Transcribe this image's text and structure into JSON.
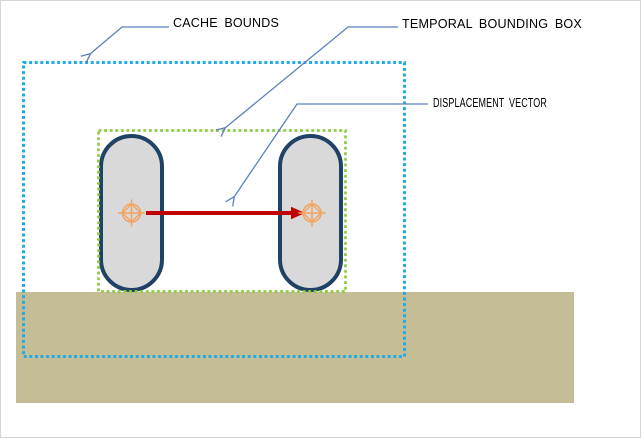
{
  "diagram": {
    "title": "temporal-bounding-box-diagram",
    "labels": {
      "cache_bounds": "CACHE BOUNDS",
      "temporal_bounding_box": "TEMPORAL BOUNDING BOX",
      "displacement_vector": "DISPLACEMENT VECTOR"
    },
    "icons": {
      "center_marker": "crosshair-circle-with-diamond",
      "leader_arrowhead": "thin-open-chevron-arrow"
    },
    "colors": {
      "cache_bounds_dotted": "#21ACE3",
      "temporal_box_dotted": "#8FCB43",
      "capsule_fill": "#D9D9D9",
      "capsule_stroke": "#1F4265",
      "ground": "#C5BD96",
      "displacement_arrow": "#C00000",
      "leader_line": "#5B7FBE",
      "center_marker": "#F2A35F",
      "label_text": "#000000",
      "canvas_border": "#D6D6D6"
    }
  }
}
